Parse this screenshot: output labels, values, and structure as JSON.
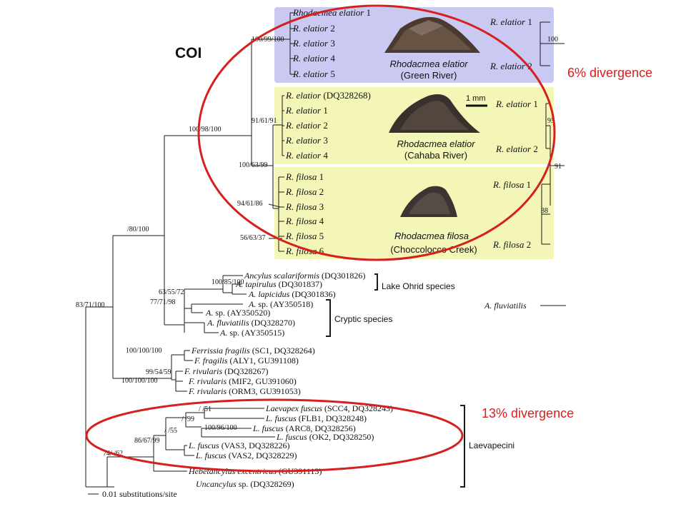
{
  "title": "COI",
  "annotations": {
    "div6": "6% divergence",
    "div13": "13% divergence",
    "annotation_color": "#d61f1f"
  },
  "colors": {
    "green_river_box": "#c9c9f2",
    "cahaba_box": "#f4f6b8",
    "line": "#1a1a1a"
  },
  "scale_bar": "0.01 substitutions/site",
  "mm_bar": "1 mm",
  "group_labels": {
    "ohrid": "Lake Ohrid species",
    "cryptic": "Cryptic species",
    "laevapecini": "Laevapecini"
  },
  "photo_captions": {
    "green_species": "Rhodacmea elatior",
    "green_loc": "(Green River)",
    "cahaba_species": "Rhodacmea elatior",
    "cahaba_loc": "(Cahaba River)",
    "filosa_species": "Rhodacmea filosa",
    "filosa_loc": "(Choccolocco Creek)"
  },
  "support_values": {
    "n1": "100/99/100",
    "n2": "100/98/100",
    "n3": "91/61/91",
    "n4": "100/63/99",
    "n5": "94/61/86",
    "n6": "56/63/37",
    "n7": "/80/100",
    "n8": "83/71/100",
    "n9": "100/85/100",
    "n10": "63/55/72",
    "n11": "77/71/98",
    "n12": "100/100/100",
    "n13": "99/54/59",
    "n14": "100/100/100",
    "n15": "/  /51",
    "n16": "/  /99",
    "n17": "100/96/100",
    "n18": "/  /55",
    "n19": "86/67/99",
    "n20": "74/  /62"
  },
  "taxa": {
    "green": [
      {
        "it": "Rhodacmea elatior",
        "rest": " 1"
      },
      {
        "it": "R. elatior",
        "rest": " 2"
      },
      {
        "it": "R. elatior",
        "rest": " 3"
      },
      {
        "it": "R. elatior",
        "rest": " 4"
      },
      {
        "it": "R. elatior",
        "rest": " 5"
      }
    ],
    "cahaba": [
      {
        "it": "R. elatior",
        "rest": " (DQ328268)"
      },
      {
        "it": "R. elatior",
        "rest": " 1"
      },
      {
        "it": "R. elatior",
        "rest": " 2"
      },
      {
        "it": "R. elatior",
        "rest": " 3"
      },
      {
        "it": "R. elatior",
        "rest": " 4"
      }
    ],
    "filosa": [
      {
        "it": "R. filosa",
        "rest": " 1"
      },
      {
        "it": "R. filosa",
        "rest": " 2"
      },
      {
        "it": "R. filosa",
        "rest": " 3"
      },
      {
        "it": "R. filosa",
        "rest": " 4"
      },
      {
        "it": "R. filosa",
        "rest": " 5"
      },
      {
        "it": "R. filosa",
        "rest": " 6"
      }
    ],
    "ancylus": [
      {
        "it": "Ancylus scalariformis",
        "rest": " (DQ301826)"
      },
      {
        "it": "A. tapirulus",
        "rest": " (DQ301837)"
      },
      {
        "it": "A. lapicidus",
        "rest": " (DQ301836)"
      },
      {
        "it": "A.",
        "rest": " sp. (AY350518)"
      },
      {
        "it": "A.",
        "rest": " sp. (AY350520)"
      },
      {
        "it": "A. fluviatilis",
        "rest": " (DQ328270)"
      },
      {
        "it": "A.",
        "rest": " sp. (AY350515)"
      }
    ],
    "ferrissia": [
      {
        "it": "Ferrissia fragilis",
        "rest": " (SC1, DQ328264)"
      },
      {
        "it": "F. fragilis",
        "rest": " (ALY1, GU391108)"
      },
      {
        "it": "F. rivularis",
        "rest": " (DQ328267)"
      },
      {
        "it": "F. rivularis",
        "rest": " (MIF2, GU391060)"
      },
      {
        "it": "F. rivularis",
        "rest": " (ORM3, GU391053)"
      }
    ],
    "laevapex": [
      {
        "it": "Laevapex fuscus",
        "rest": " (SCC4, DQ328243)"
      },
      {
        "it": "L. fuscus",
        "rest": " (FLB1, DQ328248)"
      },
      {
        "it": "L. fuscus",
        "rest": " (ARC8, DQ328256)"
      },
      {
        "it": "L. fuscus",
        "rest": " (OK2, DQ328250)"
      },
      {
        "it": "L. fuscus",
        "rest": " (VAS3, DQ328226)"
      },
      {
        "it": "L. fuscus",
        "rest": " (VAS2, DQ328229)"
      },
      {
        "it": "Hebetancylus excentricus",
        "rest": " (GU391113)"
      },
      {
        "it": "Uncancylus",
        "rest": " sp. (DQ328269)"
      }
    ]
  },
  "right_tree": {
    "green": [
      {
        "it": "R. elatior",
        "rest": " 1"
      },
      {
        "it": "R. elatior",
        "rest": " 2"
      }
    ],
    "green_support": "100",
    "cahaba": [
      {
        "it": "R. elatior",
        "rest": " 1"
      },
      {
        "it": "R. elatior",
        "rest": " 2"
      }
    ],
    "cahaba_support": "95",
    "filosa": [
      {
        "it": "R. filosa",
        "rest": " 1"
      },
      {
        "it": "R. filosa",
        "rest": " 2"
      }
    ],
    "filosa_support": "88",
    "joint_support": "91",
    "fluviatilis": {
      "it": "A. fluviatilis",
      "rest": ""
    }
  }
}
